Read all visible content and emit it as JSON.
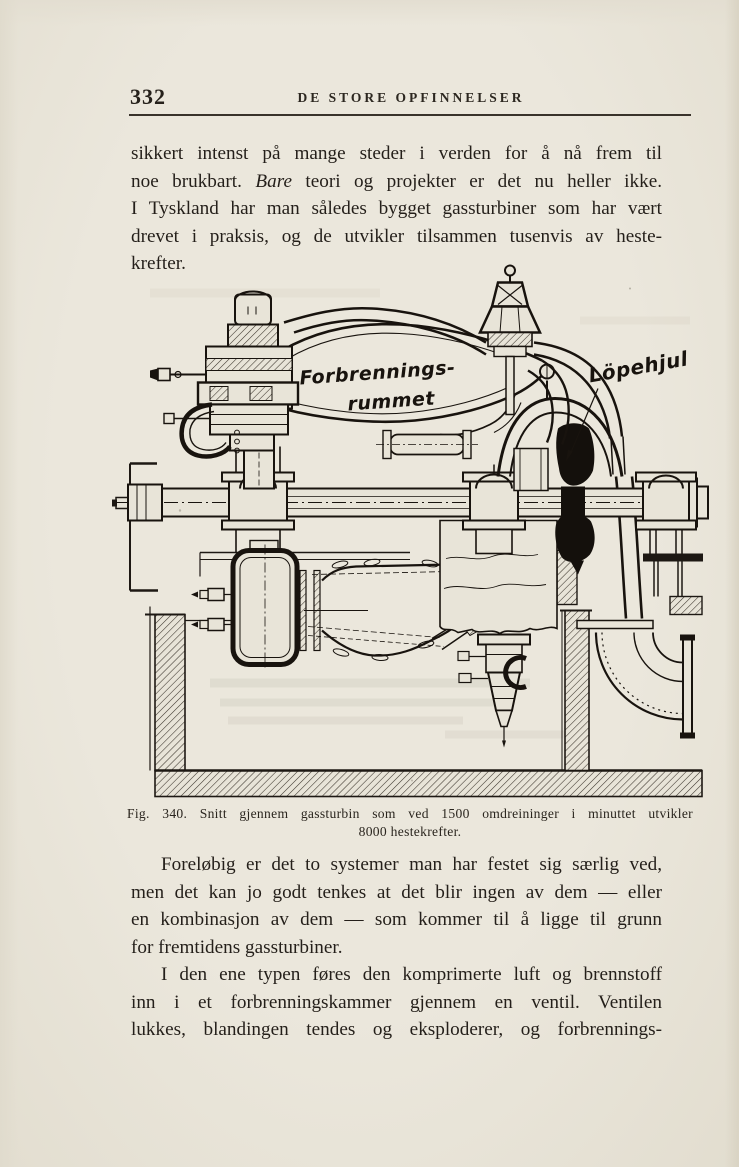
{
  "page": {
    "number": "332",
    "running_title": "DE STORE OPFINNELSER"
  },
  "colors": {
    "paper": "#e8e4d8",
    "ink": "#241f1a"
  },
  "paragraph1": {
    "l1": "sikkert intenst på mange steder i verden for å nå frem til",
    "l2_pre": "noe brukbart.",
    "l2_italic": "Bare",
    "l2_post": "teori og projekter er det nu heller ikke.",
    "l3": "I Tyskland har man således bygget gassturbiner som har vært",
    "l4": "drevet i praksis, og de utvikler tilsammen tusenvis av heste-",
    "l5": "krefter."
  },
  "figure": {
    "caption_line1": "Fig. 340. Snitt gjennem gassturbin som ved 1500 omdreininger i minuttet utvikler",
    "caption_line2": "8000 hestekrefter.",
    "labels": {
      "chamber_line1": "Forbrennings-",
      "chamber_line2": "rummet",
      "runner": "Löpehjul"
    }
  },
  "paragraph2": {
    "l1": "Foreløbig er det to systemer man har festet sig særlig ved,",
    "l2": "men det kan jo godt tenkes at det blir ingen av dem — eller",
    "l3": "en kombinasjon av dem — som kommer til å ligge til grunn",
    "l4": "for fremtidens gassturbiner."
  },
  "paragraph3": {
    "l1": "I den ene typen føres den komprimerte luft og brennstoff",
    "l2": "inn i et forbrenningskammer gjennem en ventil. Ventilen",
    "l3": "lukkes, blandingen tendes og eksploderer, og forbrennings-"
  }
}
